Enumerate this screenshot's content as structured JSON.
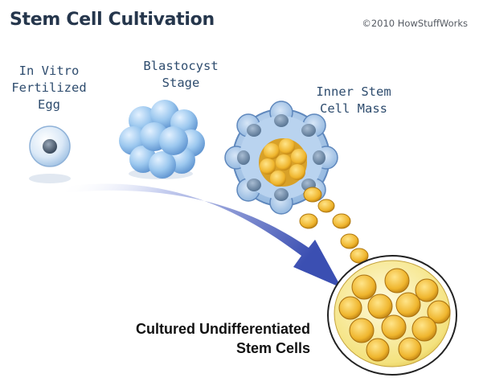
{
  "header": {
    "title": "Stem Cell Cultivation",
    "copyright": "©2010 HowStuffWorks"
  },
  "stages": [
    {
      "label": "In Vitro\nFertilized\nEgg"
    },
    {
      "label": "Blastocyst\nStage"
    },
    {
      "label": "Inner Stem\nCell Mass"
    }
  ],
  "result": {
    "label": "Cultured Undifferentiated\nStem Cells"
  },
  "colors": {
    "title": "#25364c",
    "label": "#2e4c6e",
    "cell_blue": "#8fbde8",
    "cell_gold": "#e8b433",
    "arrow": "#4a5bb8"
  }
}
